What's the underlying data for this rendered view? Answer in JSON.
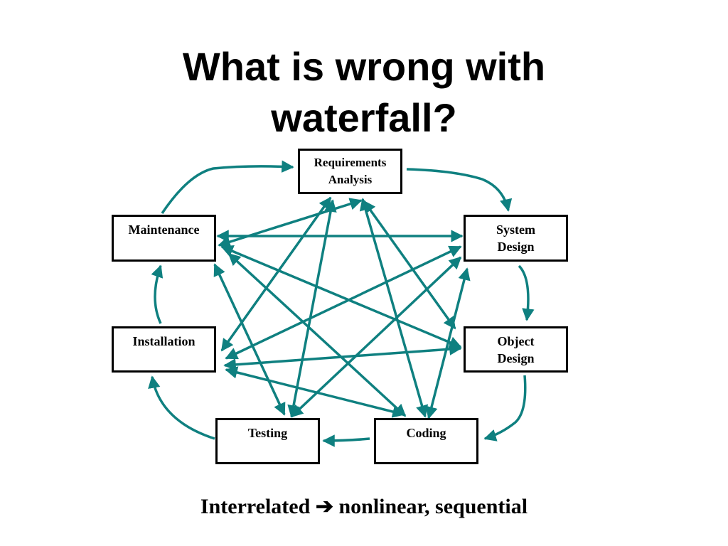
{
  "title": {
    "line1": "What is wrong with",
    "line2": "waterfall?"
  },
  "colors": {
    "arrow": "#0f8080",
    "box_border": "#000000",
    "text": "#000000"
  },
  "nodes": {
    "requirements": {
      "line1": "Requirements",
      "line2": "Analysis"
    },
    "system": {
      "line1": "System",
      "line2": "Design"
    },
    "object": {
      "line1": "Object",
      "line2": "Design"
    },
    "coding": {
      "line1": "Coding",
      "line2": ""
    },
    "testing": {
      "line1": "Testing",
      "line2": ""
    },
    "installation": {
      "line1": "Installation",
      "line2": ""
    },
    "maintenance": {
      "line1": "Maintenance",
      "line2": ""
    }
  },
  "caption": {
    "left": "Interrelated",
    "arrow": "➔",
    "right": "nonlinear, sequential"
  }
}
